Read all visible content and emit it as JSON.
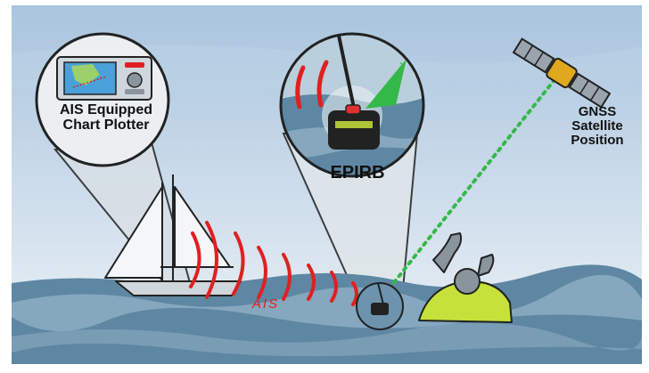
{
  "labels": {
    "plotter_line1": "AIS Equipped",
    "plotter_line2": "Chart Plotter",
    "epirb": "EPIRB",
    "ais": "AIS",
    "gnss_line1": "GNSS",
    "gnss_line2": "Satellite",
    "gnss_line3": "Position"
  },
  "colors": {
    "sky_top": "#a9c4de",
    "sky_bottom": "#eef3f7",
    "sea": "#5e87a4",
    "sea_light": "#8fb0c6",
    "ais_signal": "#e02020",
    "gnss_signal": "#35b84a",
    "lifejacket": "#c6e23a",
    "outline": "#1a1a1a"
  },
  "icons": [
    "chart-plotter-icon",
    "sailboat-icon",
    "epirb-icon",
    "satellite-icon",
    "person-in-water-icon"
  ]
}
